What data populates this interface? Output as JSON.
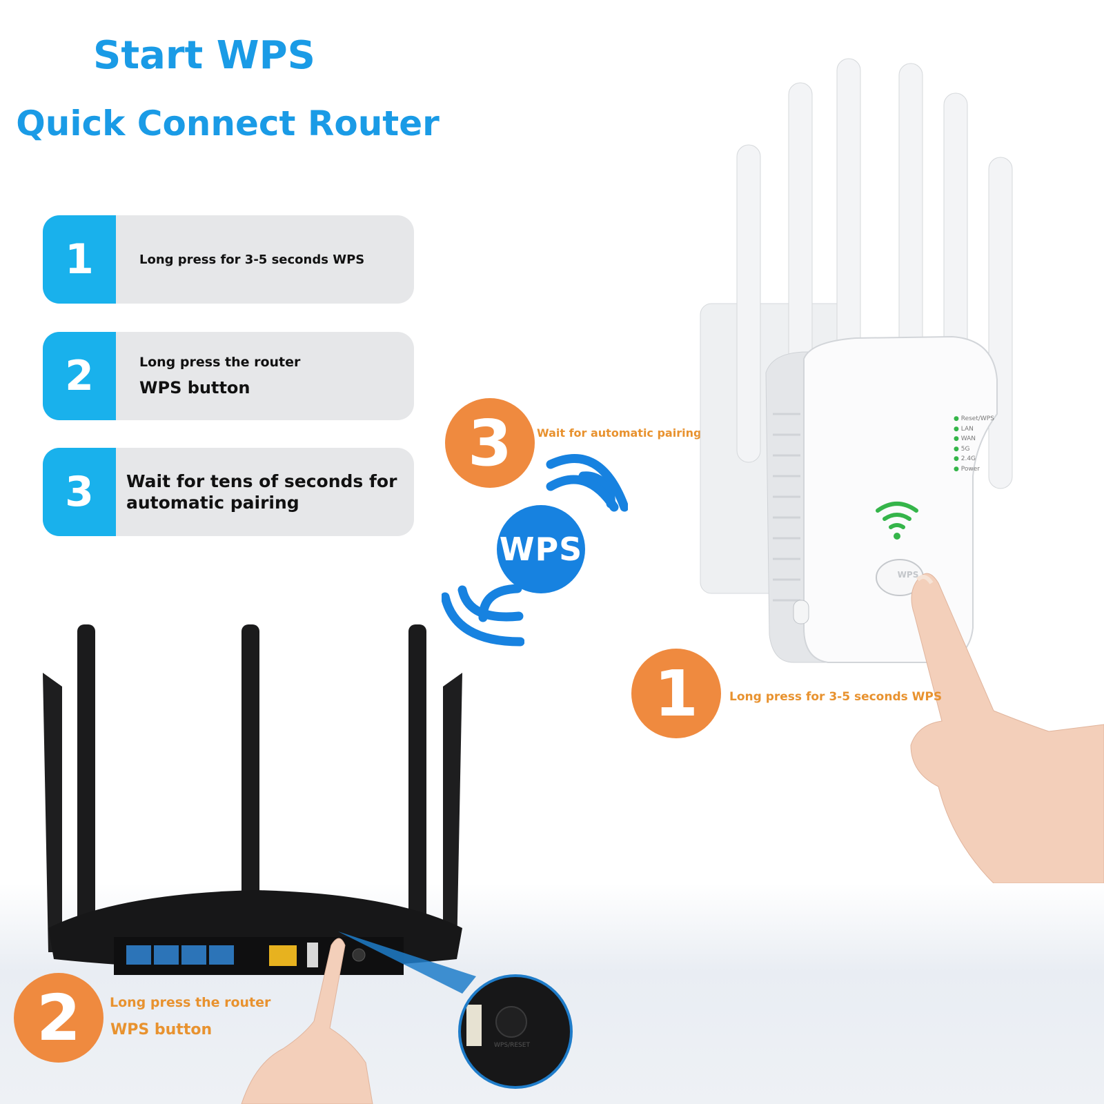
{
  "header": {
    "title": "Start WPS",
    "subtitle": "Quick Connect Router"
  },
  "steps": [
    {
      "number": "1",
      "text": "Long press for 3-5 seconds WPS"
    },
    {
      "number": "2",
      "line1": "Long press the router",
      "line2": "WPS button"
    },
    {
      "number": "3",
      "line1": "Wait for tens of seconds for",
      "line2": "automatic pairing"
    }
  ],
  "callouts": {
    "pairing": {
      "number": "3",
      "text": "Wait for automatic pairing"
    },
    "extender": {
      "number": "1",
      "text": "Long press for 3-5 seconds WPS"
    },
    "router": {
      "number": "2",
      "line1": "Long press the router",
      "line2": "WPS button"
    }
  },
  "wps_badge": "WPS",
  "extender": {
    "leds": [
      "Reset/WPS",
      "LAN",
      "WAN",
      "5G",
      "2.4G",
      "Power"
    ],
    "button_label": "WPS"
  },
  "router_zoom": {
    "label": "WPS/RESET"
  },
  "colors": {
    "title_blue": "#1a9be6",
    "step_blue": "#19b1ec",
    "step_gray": "#e6e7e9",
    "badge_orange": "#ef8a3f",
    "callout_text": "#e8922f",
    "wps_blue": "#1782e0",
    "led_green": "#35b54a"
  }
}
